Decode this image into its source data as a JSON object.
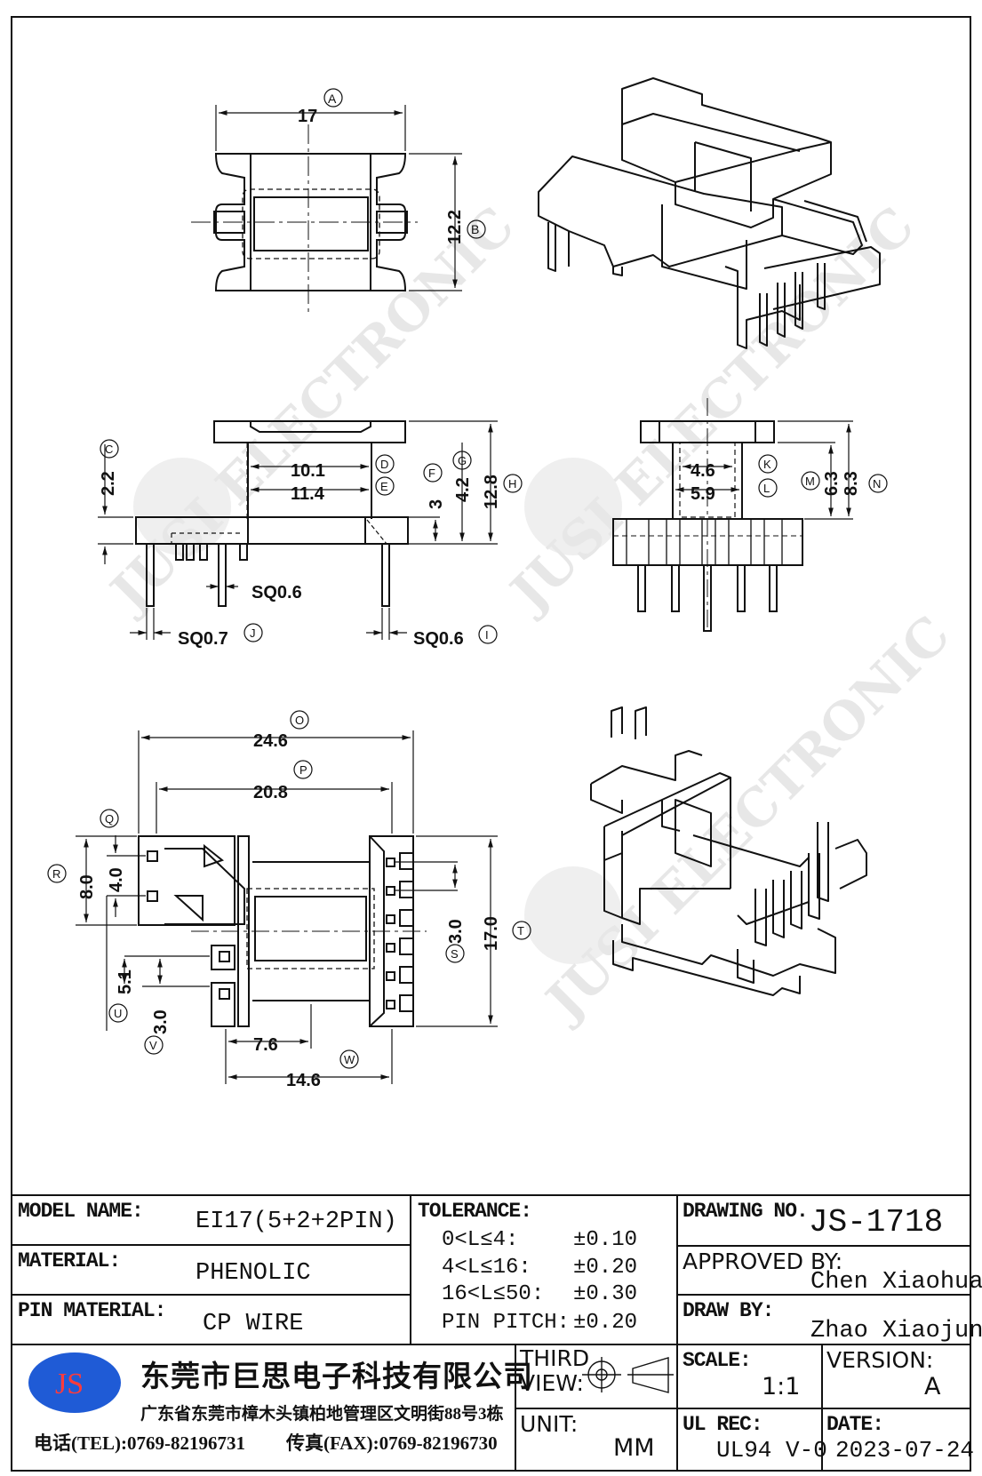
{
  "drawing": {
    "dims": {
      "A": {
        "tag": "A",
        "value": "17"
      },
      "B": {
        "tag": "B",
        "value": "12.2"
      },
      "C_side": {
        "tag": "C",
        "value": "2.2"
      },
      "D": {
        "tag": "D",
        "value": "10.1"
      },
      "E": {
        "tag": "E",
        "value": "11.4"
      },
      "F": {
        "tag": "F",
        "value": "3"
      },
      "G": {
        "tag": "G",
        "value": "4.2"
      },
      "H": {
        "tag": "H",
        "value": "12.8"
      },
      "I": {
        "tag": "I",
        "value": "SQ0.6"
      },
      "J": {
        "tag": "J",
        "value": "SQ0.7"
      },
      "sq06b": {
        "value": "SQ0.6"
      },
      "K": {
        "tag": "K",
        "value": "4.6"
      },
      "L": {
        "tag": "L",
        "value": "5.9"
      },
      "M": {
        "tag": "M",
        "value": "6.3"
      },
      "N": {
        "tag": "N",
        "value": "8.3"
      },
      "O": {
        "tag": "O",
        "value": "24.6"
      },
      "P": {
        "tag": "P",
        "value": "20.8"
      },
      "Q": {
        "tag": "Q",
        "value": "4.0"
      },
      "R": {
        "tag": "R",
        "value": "8.0"
      },
      "S": {
        "tag": "S",
        "value": "3.0"
      },
      "T": {
        "tag": "T",
        "value": "17.0"
      },
      "U": {
        "tag": "U",
        "value": "5.1"
      },
      "V": {
        "tag": "V",
        "value": "3.0"
      },
      "X76": {
        "value": "7.6"
      },
      "W": {
        "tag": "W",
        "value": "14.6"
      }
    },
    "watermark": {
      "text": "JUSI ELECTRONIC",
      "logo": "JS"
    }
  },
  "title_block": {
    "model_name_label": "MODEL NAME:",
    "model_name": "EI17(5+2+2PIN)",
    "material_label": "MATERIAL:",
    "material": "PHENOLIC",
    "pin_material_label": "PIN MATERIAL:",
    "pin_material": "CP WIRE",
    "tolerance_label": "TOLERANCE:",
    "tolerance_rows": [
      {
        "range": "0<L≤4:",
        "value": "±0.10"
      },
      {
        "range": "4<L≤16:",
        "value": "±0.20"
      },
      {
        "range": "16<L≤50:",
        "value": "±0.30"
      },
      {
        "range": "PIN PITCH:",
        "value": "±0.20"
      }
    ],
    "drawing_no_label": "DRAWING NO.",
    "drawing_no": "JS-1718",
    "approved_by_label": "APPROVED BY:",
    "approved_by": "Chen Xiaohua",
    "draw_by_label": "DRAW BY:",
    "draw_by": "Zhao Xiaojun",
    "company_logo": "JS",
    "company_name": "东莞市巨思电子科技有限公司",
    "company_address": "广东省东莞市樟木头镇柏地管理区文明街88号3栋",
    "tel": "电话(TEL):0769-82196731",
    "fax": "传真(FAX):0769-82196730",
    "projection_label_1": "THIRD",
    "projection_label_2": "VIEW:",
    "unit_label": "UNIT:",
    "unit": "MM",
    "scale_label": "SCALE:",
    "scale": "1:1",
    "version_label": "VERSION:",
    "version": "A",
    "ul_rec_label": "UL REC:",
    "ul_rec": "UL94 V-0",
    "date_label": "DATE:",
    "date": "2023-07-24"
  }
}
